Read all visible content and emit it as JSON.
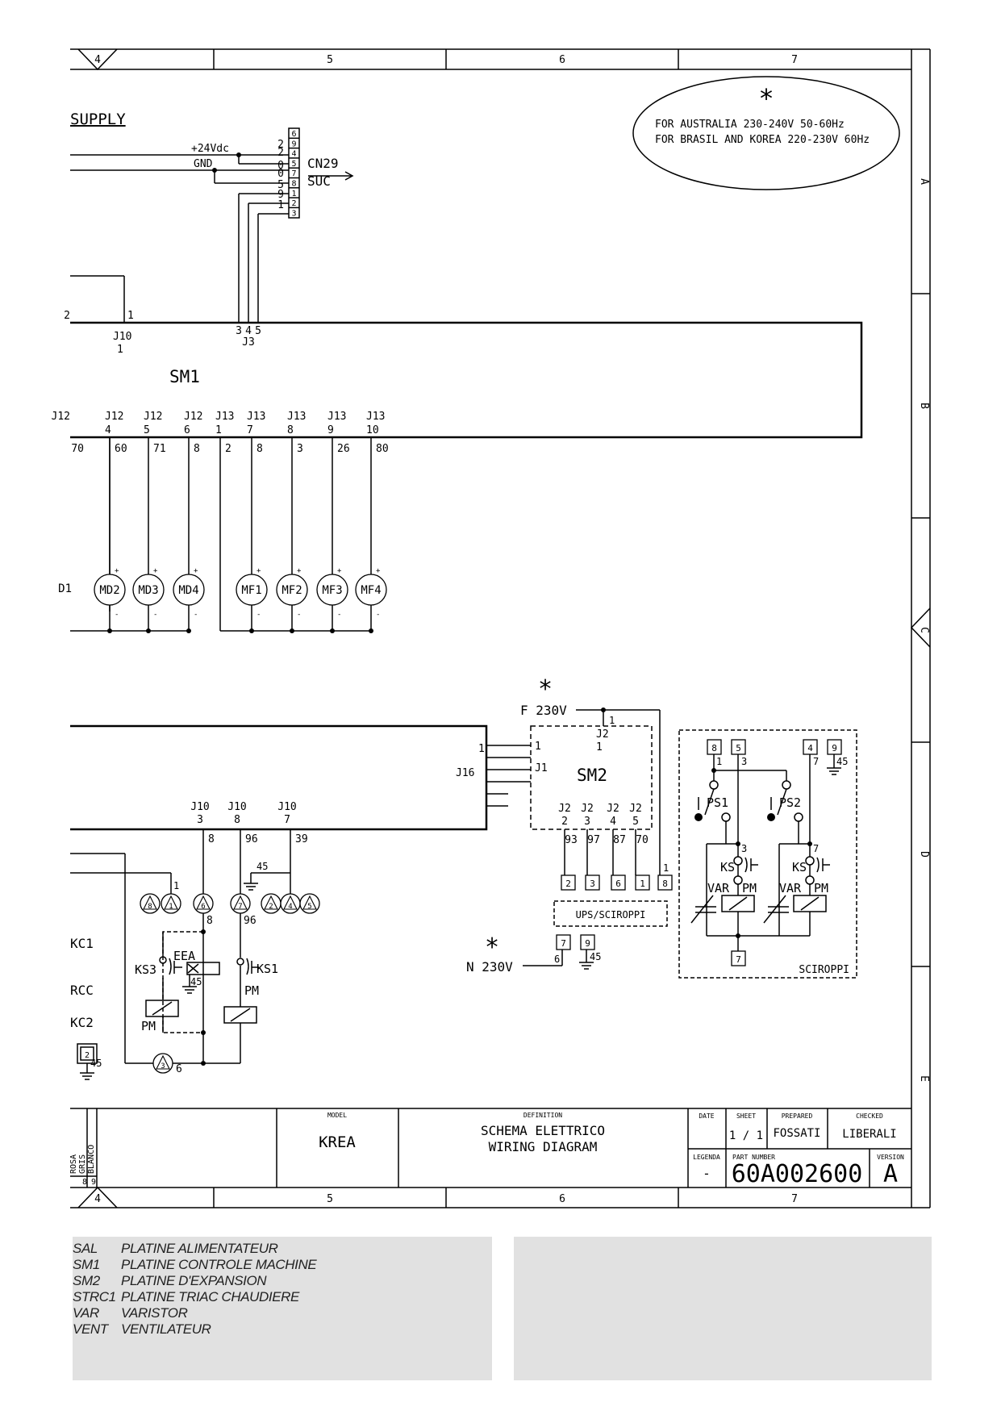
{
  "diagram": {
    "grid_columns": [
      "4",
      "5",
      "6",
      "7"
    ],
    "grid_rows": [
      "A",
      "B",
      "C",
      "D",
      "E"
    ],
    "supply_title": "SUPPLY",
    "note": {
      "mark": "*",
      "lines": [
        "FOR AUSTRALIA 230-240V 50-60Hz",
        "FOR BRASIL AND KOREA 220-230V 60Hz"
      ]
    },
    "cn29": {
      "name": "CN29",
      "dest": "SUC",
      "wire_plus": "+24Vdc",
      "wire_gnd": "GND",
      "wire_numbers": [
        "2",
        "2",
        "0",
        "0",
        "5",
        "9",
        "1"
      ],
      "box_numbers": [
        "6",
        "9",
        "4",
        "5",
        "7",
        "8",
        "1",
        "2",
        "3"
      ]
    },
    "sm1": {
      "name": "SM1",
      "j10": "J10",
      "j10_pin": "1",
      "j10_pin_wire": "1",
      "j10_partial": "2",
      "j3": "J3",
      "j3_pins": [
        "3",
        "4",
        "5"
      ],
      "j12_label": "J12",
      "j13_label": "J13",
      "connectors": [
        {
          "group": "J12",
          "pin": "4",
          "wire": "60",
          "device": "MD2"
        },
        {
          "group": "J12",
          "pin": "5",
          "wire": "71",
          "device": "MD3"
        },
        {
          "group": "J12",
          "pin": "6",
          "wire": "8",
          "device": "MD4"
        },
        {
          "group": "J13",
          "pin": "1",
          "wire": "2",
          "device": ""
        },
        {
          "group": "J13",
          "pin": "7",
          "wire": "8",
          "device": "MF1"
        },
        {
          "group": "J13",
          "pin": "8",
          "wire": "3",
          "device": "MF2"
        },
        {
          "group": "J13",
          "pin": "9",
          "wire": "26",
          "device": "MF3"
        },
        {
          "group": "J13",
          "pin": "10",
          "wire": "80",
          "device": "MF4"
        }
      ],
      "partial_connector": {
        "group": "J12",
        "wire": "70",
        "device": "D1"
      }
    },
    "lower_board": {
      "j16": "J16",
      "j16_pin": "1",
      "j10_outputs": [
        {
          "label": "J10",
          "pin": "3",
          "wire": "8"
        },
        {
          "label": "J10",
          "pin": "8",
          "wire": "96"
        },
        {
          "label": "J10",
          "pin": "7",
          "wire": "39"
        }
      ]
    },
    "sm2": {
      "name": "SM2",
      "mark": "*",
      "supply_f": "F 230V",
      "supply_n": "N 230V",
      "j2_top": "J2",
      "j2_top_pin": "1",
      "j2_top_wire": "1",
      "j1": "J1",
      "j1_pin": "1",
      "j2_outputs": [
        {
          "label": "J2",
          "pin": "2",
          "wire": "93"
        },
        {
          "label": "J2",
          "pin": "3",
          "wire": "97"
        },
        {
          "label": "J2",
          "pin": "4",
          "wire": "87"
        },
        {
          "label": "J2",
          "pin": "5",
          "wire": "70"
        }
      ],
      "terminal_boxes": [
        "2",
        "3",
        "6",
        "1",
        "8"
      ],
      "terminal_wire": "1",
      "ups_label": "UPS/SCIROPPI",
      "n_boxes": [
        "7",
        "9"
      ],
      "n_wire": "6",
      "n_ground": "45"
    },
    "sciroppi": {
      "title": "SCIROPPI",
      "top_boxes": [
        "8",
        "5",
        "4",
        "9"
      ],
      "wires": [
        "1",
        "3",
        "7",
        "45"
      ],
      "ps1": "PS1",
      "ps2": "PS2",
      "ks": "KS",
      "var": "VAR",
      "pm": "PM",
      "node_left": "3",
      "node_right": "7",
      "bottom_box": "7"
    },
    "loads": {
      "connector_circles": [
        "8",
        "1",
        "6",
        "7",
        "2",
        "4",
        "5"
      ],
      "wire_1": "1",
      "wire_45": "45",
      "wire_8": "8",
      "wire_96": "96",
      "kc1": "KC1",
      "rcc": "RCC",
      "kc2": "KC2",
      "kc2_box": "2",
      "kc2_ground": "45",
      "ks3": "KS3",
      "eea": "EEA",
      "eea_ground": "45",
      "ks1": "KS1",
      "pm": "PM",
      "bottom_circle": "3",
      "bottom_wire": "6"
    },
    "title_block": {
      "model_label": "MODEL",
      "model": "KREA",
      "definition_label": "DEFINITION",
      "definition": [
        "SCHEMA ELETTRICO",
        "WIRING DIAGRAM"
      ],
      "date_label": "DATE",
      "sheet_label": "SHEET",
      "sheet": "1 / 1",
      "prepared_label": "PREPARED",
      "prepared": "FOSSATI",
      "checked_label": "CHECKED",
      "checked": "LIBERALI",
      "legenda_label": "LEGENDA",
      "legenda": "-",
      "part_number_label": "PART NUMBER",
      "part_number": "60A002600",
      "version_label": "VERSION",
      "version": "A",
      "colors": [
        "ROSA",
        "GRIS",
        "BLANCO"
      ],
      "color_codes": [
        "",
        "8",
        "9"
      ]
    }
  },
  "legend": [
    {
      "code": "SAL",
      "description": "PLATINE ALIMENTATEUR"
    },
    {
      "code": "SM1",
      "description": "PLATINE CONTROLE MACHINE"
    },
    {
      "code": "SM2",
      "description": "PLATINE D'EXPANSION"
    },
    {
      "code": "STRC1",
      "description": "PLATINE TRIAC CHAUDIERE"
    },
    {
      "code": "VAR",
      "description": "VARISTOR"
    },
    {
      "code": "VENT",
      "description": "VENTILATEUR"
    }
  ]
}
